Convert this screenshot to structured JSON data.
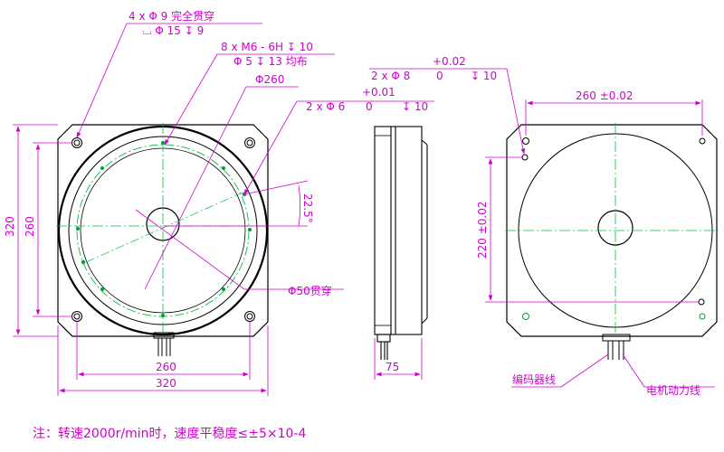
{
  "callouts": {
    "holes_4x": "4 x Φ 9 完全贯穿",
    "holes_4x_cbore": "⌴ Φ 15 ↧ 9",
    "tapped_8x": "8 x  M6 - 6H ↧ 10",
    "tapped_8x_drill": "Φ 5 ↧ 13 均布",
    "bolt_circle": "Φ260",
    "pin_2x_a_tol": "+0.01",
    "pin_2x_a_tol_low": "0",
    "pin_2x_a": "2 x Φ 6",
    "pin_2x_a_depth": "↧ 10",
    "pin_2x_b_tol": "+0.02",
    "pin_2x_b_tol_low": "0",
    "pin_2x_b": "2 x Φ 8",
    "pin_2x_b_depth": "↧ 10",
    "angle": "22.5°",
    "bore": "Φ50贯穿"
  },
  "dimensions": {
    "front_height_outer": "320",
    "front_height_inner": "260",
    "front_width_inner": "260",
    "front_width_outer": "320",
    "side_thickness": "75",
    "rear_width": "260 ±0.02",
    "rear_height": "220 ±0.02"
  },
  "labels": {
    "encoder_cable": "编码器线",
    "motor_cable": "电机动力线"
  },
  "note": "注：转速2000r/min时，速度平稳度≤±5×10-4",
  "colors": {
    "outline": "#000000",
    "dimension": "#d000d0",
    "centerline": "#00c040"
  }
}
